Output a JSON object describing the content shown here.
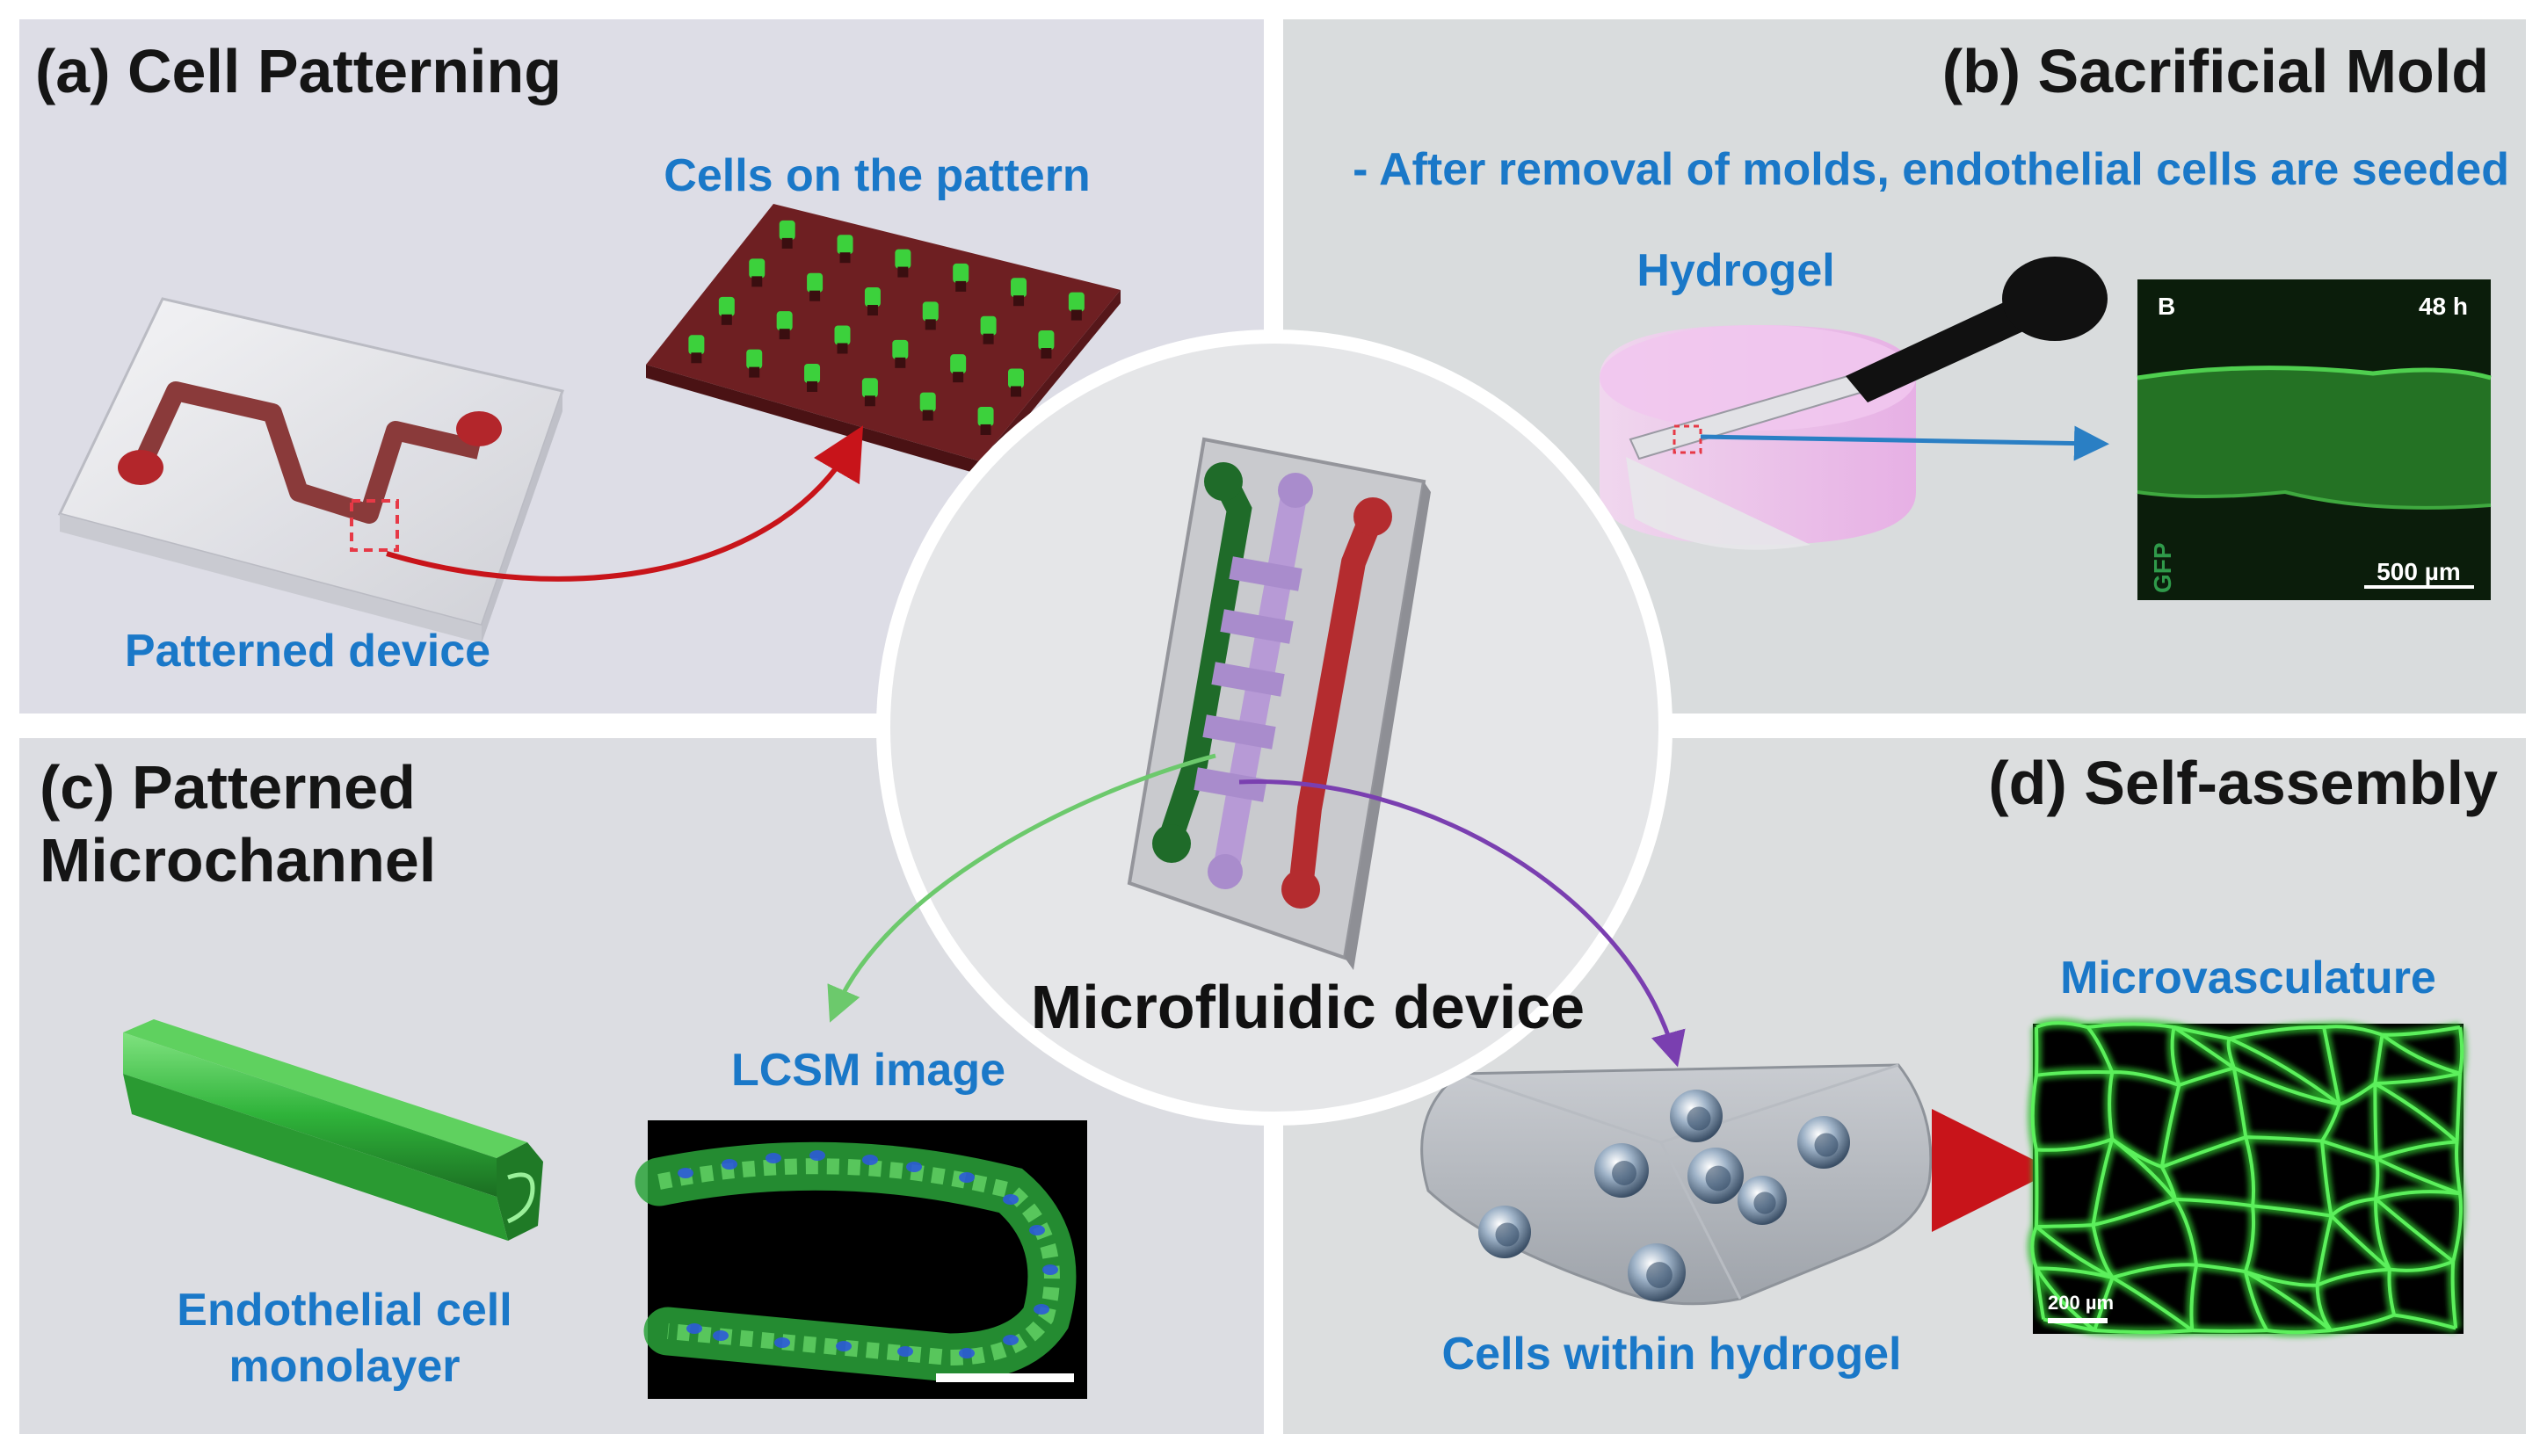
{
  "panels": {
    "a": {
      "title": "(a) Cell Patterning",
      "label_top": "Cells on the pattern",
      "label_bottom": "Patterned device"
    },
    "b": {
      "title": "(b) Sacrificial Mold",
      "subtitle": "- After removal of molds, endothelial cells are seeded",
      "hydrogel_label": "Hydrogel",
      "image": {
        "corner_letter": "B",
        "time": "48 h",
        "channel": "GFP",
        "scale": "500 µm"
      }
    },
    "c": {
      "title_line1": "(c) Patterned",
      "title_line2": "Microchannel",
      "label_image": "LCSM image",
      "label_left_line1": "Endothelial cell",
      "label_left_line2": "monolayer"
    },
    "d": {
      "title": "(d) Self-assembly",
      "label_image": "Microvasculature",
      "label_bottom": "Cells within hydrogel",
      "image": {
        "scale": "200 µm"
      }
    }
  },
  "center": {
    "title": "Microfluidic device"
  },
  "colors": {
    "panel_a_bg": "#dddde6",
    "panel_b_bg": "#d9dcdd",
    "panel_c_bg": "#dcdde2",
    "panel_d_bg": "#dcdedf",
    "label_blue": "#1a78c8",
    "channel_red": "#c33a3a",
    "channel_green": "#2f8a3a",
    "channel_purple": "#b79ad6",
    "fluorescence_green": "#3cd13c",
    "arrow_red": "#c8141a",
    "arrow_green": "#6cc96c",
    "arrow_purple": "#7a3fb0",
    "arrow_blue": "#2a7fc4"
  }
}
